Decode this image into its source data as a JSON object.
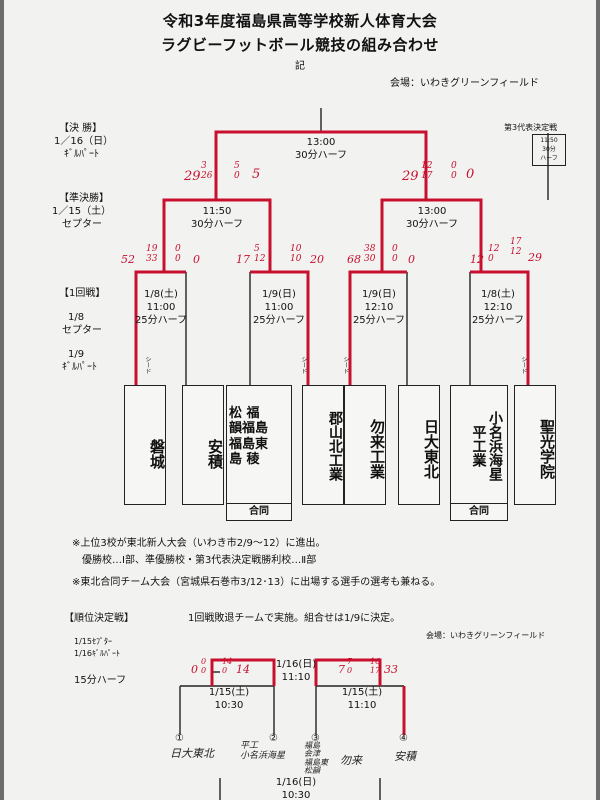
{
  "header": {
    "title_line1": "令和3年度福島県高等学校新人体育大会",
    "title_line2": "ラグビーフットボール競技の組み合わせ",
    "ki": "記",
    "venue": "会場：いわきグリーンフィールド"
  },
  "round_labels": {
    "final": {
      "name": "【決 勝】",
      "date": "1／16（日）",
      "place": "ｷﾞﾙﾊﾟｰﾄ"
    },
    "semi": {
      "name": "【準決勝】",
      "date": "1／15（土）",
      "place": "セプター"
    },
    "first": {
      "name": "【1回戦】",
      "date1": "1/8",
      "place1": "セプター",
      "date2": "1/9",
      "place2": "ｷﾞﾙﾊﾟｰﾄ"
    }
  },
  "third_place": {
    "label": "第3代表決定戦",
    "time": "11:50",
    "dur1": "30分",
    "dur2": "ハーフ"
  },
  "matches": {
    "final": {
      "time": "13:00",
      "duration": "30分ハーフ"
    },
    "semi_left": {
      "time": "11:50",
      "duration": "30分ハーフ"
    },
    "semi_right": {
      "time": "13:00",
      "duration": "30分ハーフ"
    },
    "r1_a": {
      "date": "1/8(土)",
      "time": "11:00",
      "duration": "25分ハーフ"
    },
    "r1_b": {
      "date": "1/9(日)",
      "time": "11:00",
      "duration": "25分ハーフ"
    },
    "r1_c": {
      "date": "1/9(日)",
      "time": "12:10",
      "duration": "25分ハーフ"
    },
    "r1_d": {
      "date": "1/8(土)",
      "time": "12:10",
      "duration": "25分ハーフ"
    }
  },
  "seed_label": "シード",
  "teams": [
    "磐城",
    "安積",
    "松 福\n韻福島\n福島東\n島 稜",
    "郡山北工業",
    "勿来工業",
    "日大東北",
    "小名浜海星\n平工業",
    "聖光学院"
  ],
  "joint_label": "合同",
  "notes": {
    "note1": "※上位3校が東北新人大会（いわき市2/9〜12）に進出。",
    "note2": "優勝校…Ⅰ部、準優勝校・第3代表決定戦勝利校…Ⅱ部",
    "note3": "※東北合同チーム大会（宮城県石巻市3/12･13）に出場する選手の選考も兼ねる。"
  },
  "ranking": {
    "label": "【順位決定戦】",
    "desc": "1回戦敗退チームで実施。組合せは1/9に決定。",
    "venue": "会場：いわきグリーンフィールド",
    "dates1": "1/15ｾﾌﾟﾀｰ",
    "dates2": "1/16ｷﾞﾙﾊﾟｰﾄ",
    "duration": "15分ハーフ",
    "top": {
      "date": "1/16(日)",
      "time": "11:10"
    },
    "left": {
      "date": "1/15(土)",
      "time": "10:30"
    },
    "right": {
      "date": "1/15(土)",
      "time": "11:10"
    },
    "bottom": {
      "date": "1/16(日)",
      "time": "10:30"
    },
    "marks": [
      "①",
      "②",
      "③",
      "④"
    ]
  },
  "scores": {
    "final_left": "29",
    "final_left_half": "3\n26",
    "final_left_try": "5\n0",
    "final_left_pts": "5",
    "final_right": "29",
    "final_right_half": "12\n17",
    "final_right_try": "0\n0",
    "final_right_pts": "0",
    "sa_l": "52",
    "sa_l_half": "19\n33",
    "sa_r": "0\n0",
    "sa_r_pts": "0",
    "sb_l": "17",
    "sb_l_half": "5\n12",
    "sb_r": "10\n10",
    "sb_r_pts": "20",
    "sc_l": "68",
    "sc_l_half": "38\n30",
    "sc_r": "0\n0",
    "sc_r_pts": "0",
    "sd_l": "12",
    "sd_l_half": "12\n0",
    "sd_r": "17\n12",
    "sd_r_pts": "29",
    "rk_l": "0",
    "rk_l_half": "0\n0",
    "rk_l_r": "14",
    "rk_l_r_half": "14\n0",
    "rk_r": "7",
    "rk_r_half": "7\n0",
    "rk_r_r": "33",
    "rk_r_r_half": "16\n17"
  },
  "handwritten_teams": {
    "t1": "日大東北",
    "t2": "平工\n小名浜海星",
    "t3": "福島\n会津\n福島東\n松韻",
    "t4": "勿来",
    "t5": "安積"
  }
}
